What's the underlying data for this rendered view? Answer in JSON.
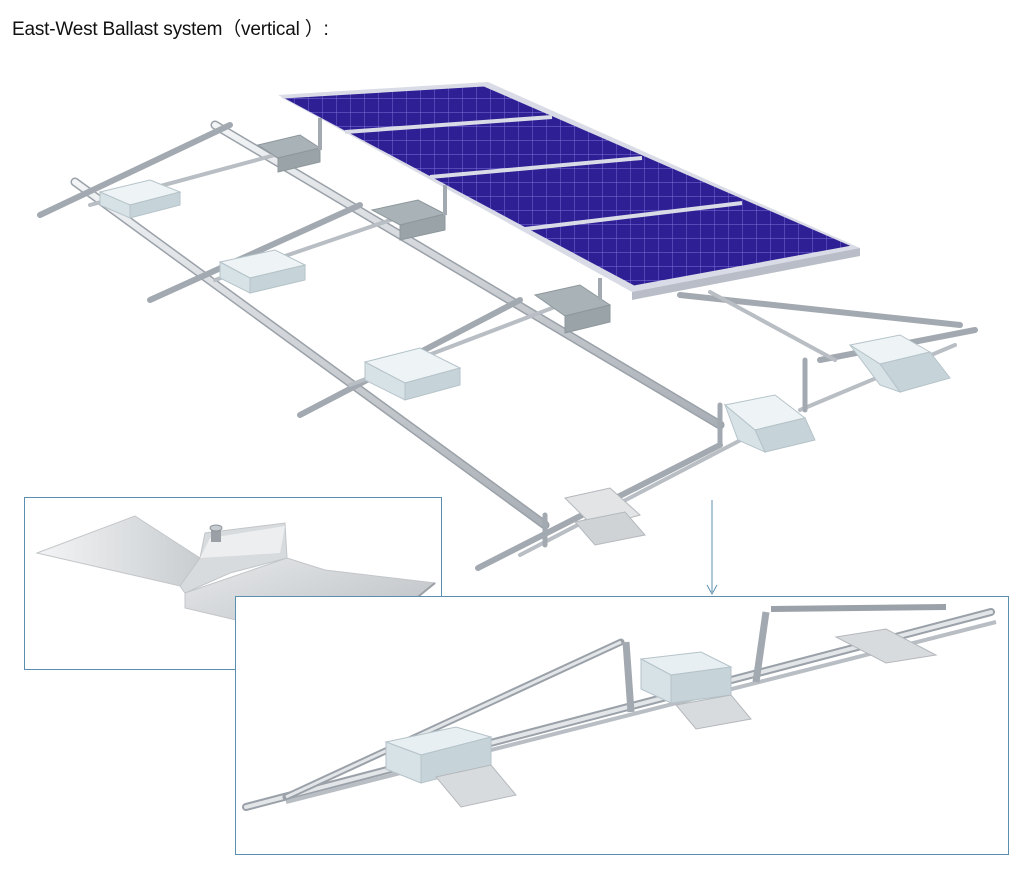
{
  "title": "East-West Ballast system（vertical ）:",
  "colors": {
    "panel": "#2e1f95",
    "panel_grid": "#7e72d6",
    "panel_frame": "#d9dce6",
    "rail": "#c7ccd2",
    "rail_dark": "#8f959c",
    "ballast": "#dbe6ea",
    "ballast_shadow": "#a9b8be",
    "plate": "#e2e4e6",
    "plate_dark": "#b4b8bc",
    "box_border": "#5b8fb0",
    "arrow": "#5b8fb0"
  },
  "views": {
    "main": "system-overview",
    "detail_plate": "base-plate-detail",
    "detail_side": "side-frame-detail"
  }
}
